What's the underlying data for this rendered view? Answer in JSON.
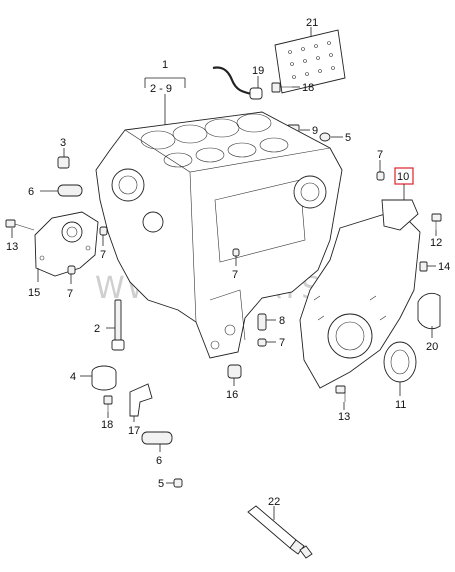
{
  "watermark": "WWW.ELCATS.RU",
  "highlight_color": "#e0202a",
  "callouts": {
    "c1": "1",
    "c1_range": "2 - 9",
    "c2": "2",
    "c3": "3",
    "c4": "4",
    "c5": "5",
    "c6a": "6",
    "c6b": "6",
    "c7a": "7",
    "c7b": "7",
    "c7c": "7",
    "c7d": "7",
    "c7e": "7",
    "c8": "8",
    "c9": "9",
    "c5b": "5",
    "c10": "10",
    "c11": "11",
    "c12": "12",
    "c13a": "13",
    "c13b": "13",
    "c14": "14",
    "c15": "15",
    "c16": "16",
    "c17": "17",
    "c18a": "18",
    "c18b": "18",
    "c19": "19",
    "c20": "20",
    "c21": "21",
    "c22": "22"
  }
}
